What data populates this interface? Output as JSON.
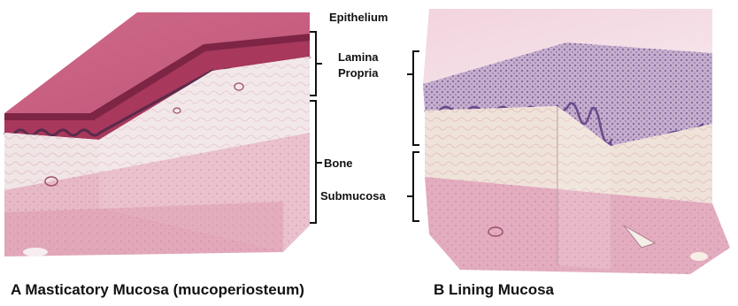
{
  "labels": {
    "epithelium": "Epithelium",
    "lamina_propria": [
      "Lamina",
      "Propria"
    ],
    "bone": "Bone",
    "submucosa": "Submucosa"
  },
  "captions": {
    "a": "A Masticatory Mucosa (mucoperiosteum)",
    "b": "B Lining Mucosa"
  },
  "colors": {
    "epithelium_surface": "#c85a7a",
    "keratin_layer": "#8a2a48",
    "basal_layer": "#5a3a6a",
    "lamina_propria": "#efe4e6",
    "bone": "#e8b6c4",
    "lining_epithelium": "#c9b4cf",
    "lining_basal": "#7a5a9a",
    "submucosa": "#e2a9bd"
  }
}
